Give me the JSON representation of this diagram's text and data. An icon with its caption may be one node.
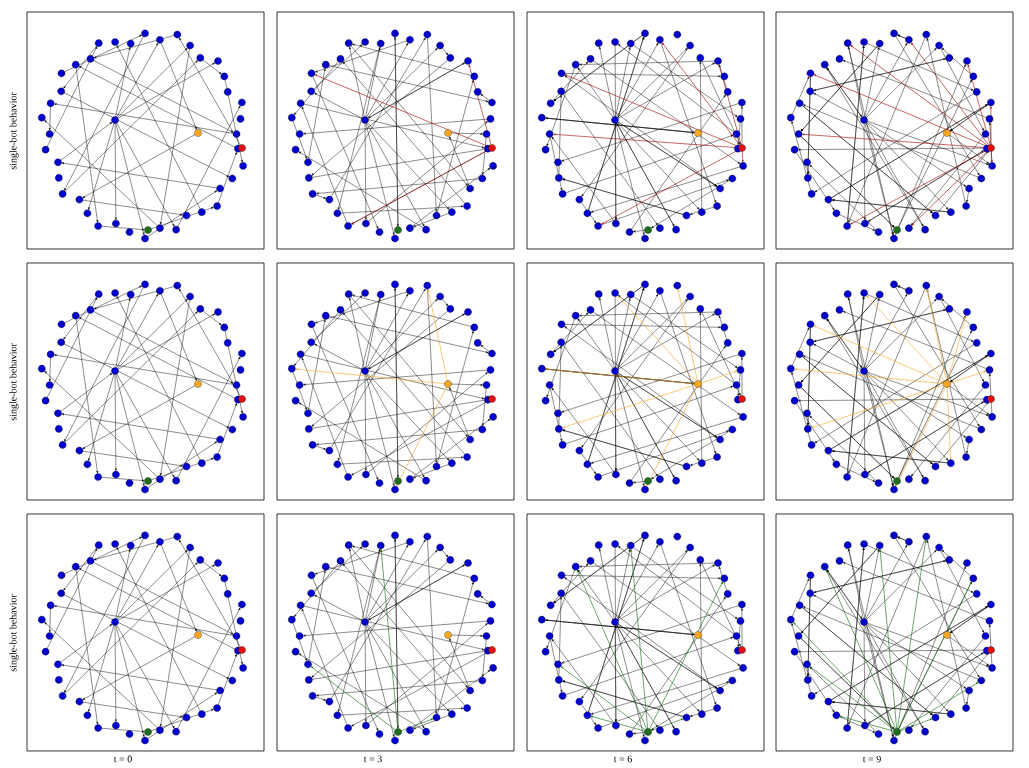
{
  "diagram": {
    "labels": [
      "single-bot behavior",
      "single-bot behavior",
      "single-bot behavior",
      "t = 0",
      "t = 3",
      "t = 6",
      "t = 9"
    ]
  }
}
